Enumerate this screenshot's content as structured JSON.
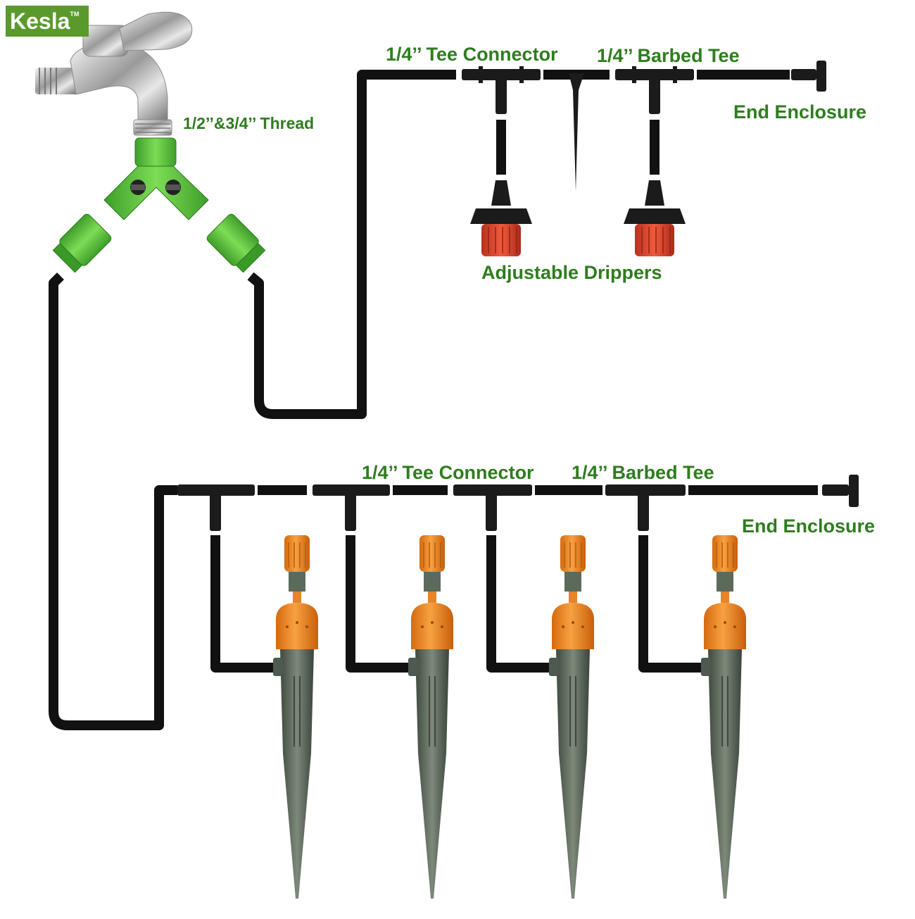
{
  "brand": {
    "name": "Kesla",
    "trademark": "TM",
    "color": "#5a9a2c"
  },
  "colors": {
    "label_green": "#2e7d1e",
    "tube_black": "#111111",
    "connector_green": "#5cc23a",
    "dripper_red": "#d9412a",
    "sprinkler_orange": "#f08a1c",
    "stake_gray": "#5f6b5e"
  },
  "labels": {
    "thread": "1/2’’&3/4’’ Thread",
    "upper_tee_connector": "1/4’’ Tee Connector",
    "upper_barbed_tee": "1/4’’ Barbed Tee",
    "upper_end": "End Enclosure",
    "drippers": "Adjustable Drippers",
    "lower_tee_connector": "1/4’’ Tee Connector",
    "lower_barbed_tee": "1/4’’ Barbed Tee",
    "lower_end": "End Enclosure"
  },
  "icons": [
    "faucet-icon",
    "y-splitter-icon",
    "tee-connector-icon",
    "barbed-tee-icon",
    "end-plug-icon",
    "adjustable-dripper-icon",
    "spike-stake-icon",
    "sprinkler-stake-icon"
  ]
}
